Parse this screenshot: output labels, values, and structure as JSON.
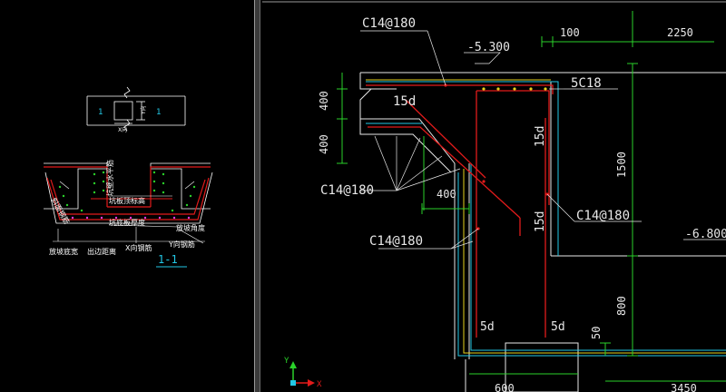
{
  "left": {
    "section_label": "1-1",
    "dim_y": "Y向",
    "dim_x": "X向",
    "mark_left": "1",
    "mark_right": "1",
    "wall_rebar": "坑壁水平筋",
    "pit_top_elev": "坑板顶标高",
    "pit_bottom_thk": "坑底板厚度",
    "slope_angle": "放坡角度",
    "slope_bottom_width": "放坡底宽",
    "edge_distance": "出边距离",
    "x_rebar": "X向钢筋",
    "y_rebar": "Y向钢筋",
    "slope_rebar": "斜面钢筋"
  },
  "right": {
    "rebar_top": "C14@180",
    "elev_top": "-5.300",
    "dim_100": "100",
    "dim_2250": "2250",
    "rebar_5c18": "5C18",
    "dim_400_a": "400",
    "dim_400_b": "400",
    "dim_400_c": "400",
    "anchor_15d_a": "15d",
    "anchor_15d_b": "15d",
    "anchor_15d_c": "15d",
    "rebar_left": "C14@180",
    "rebar_right": "C14@180",
    "rebar_mid": "C14@180",
    "dim_1500": "1500",
    "elev_right": "-6.800",
    "dim_800": "800",
    "dim_50": "50",
    "anchor_5d_a": "5d",
    "anchor_5d_b": "5d",
    "dim_600": "600",
    "dim_3450": "3450",
    "axis_y": "Y",
    "axis_x": "X"
  }
}
